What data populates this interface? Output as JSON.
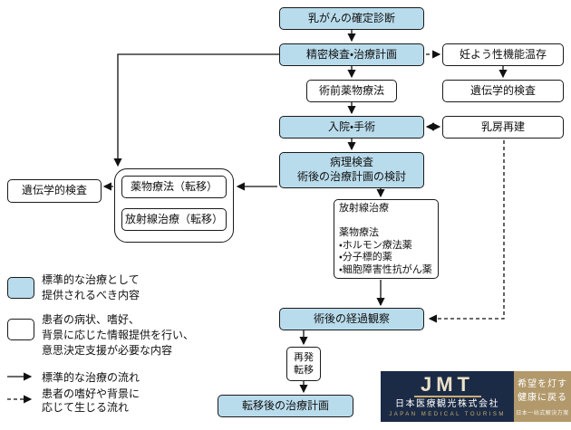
{
  "diagram": {
    "nodes": {
      "confirm": "乳がんの確定診断",
      "plan": "精密検査・治療計画",
      "preop_drug": "術前薬物療法",
      "surgery": "入院・手術",
      "pathology": "病理検査\n術後の治療計画の検討",
      "postop": "放射線治療\n\n薬物療法\n・ホルモン療法薬\n・分子標的薬\n・細胞障害性抗がん薬",
      "followup": "術後の経過観察",
      "recurrence": "再発\n転移",
      "meta_plan": "転移後の治療計画",
      "fertility": "妊よう性機能温存",
      "genetic_right": "遺伝学的検査",
      "reconstruction": "乳房再建",
      "genetic_left": "遺伝学的検査",
      "drug_meta": "薬物療法（転移）",
      "radio_meta": "放射線治療（転移）"
    },
    "legend": {
      "blue": "標準的な治療として\n提供されるべき内容",
      "white": "患者の病状、嗜好、\n背景に応じた情報提供を行い、\n意思決定支援が必要な内容",
      "solid": "標準的な治療の流れ",
      "dashed": "患者の嗜好や背景に\n応じて生じる流れ"
    },
    "colors": {
      "primary_fill": "#b9dcec",
      "border": "#1a1a1a",
      "arrow": "#111111"
    }
  },
  "logo": {
    "jmt": "JMT",
    "company_ja": "日本医療観光株式会社",
    "company_en": "JAPAN MEDICAL TOURISM",
    "slogan_line1": "希望を灯す",
    "slogan_line2": "健康に戻る",
    "slogan_small": "日本一站式解決方案",
    "navy": "#1c2b45",
    "gold": "#b2996b",
    "accent_gold": "#c9ad74",
    "jmt_text": "#ece2c8"
  }
}
